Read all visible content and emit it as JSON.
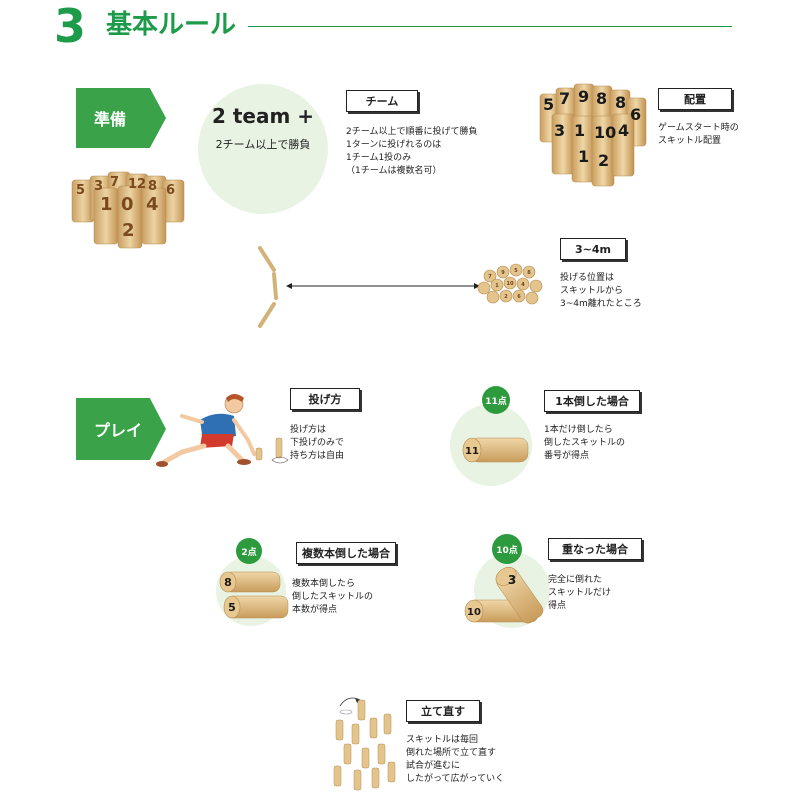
{
  "header": {
    "number": "3",
    "title": "基本ルール"
  },
  "prep": {
    "tag": "準備",
    "team_big": "2 team +",
    "team_sub": "2チーム以上で勝負",
    "team_label": "チーム",
    "team_text": "2チーム以上で順番に投げて勝負\n1ターンに投げれるのは\n1チーム1投のみ\n（1チームは複数名可）",
    "layout_label": "配置",
    "layout_text": "ゲームスタート時の\nスキットル配置",
    "distance_label": "3~4m",
    "distance_text": "投げる位置は\nスキットルから\n3~4m離れたところ"
  },
  "play": {
    "tag": "プレイ",
    "throw_label": "投げ方",
    "throw_text": "投げ方は\n下投げのみで\n持ち方は自由",
    "one_badge": "11点",
    "one_label": "1本倒した場合",
    "one_text": "1本だけ倒したら\n倒したスキットルの\n番号が得点",
    "multi_badge": "2点",
    "multi_label": "複数本倒した場合",
    "multi_text": "複数本倒したら\n倒したスキットルの\n本数が得点",
    "overlap_badge": "10点",
    "overlap_label": "重なった場合",
    "overlap_text": "完全に倒れた\nスキットルだけ\n得点",
    "reset_label": "立て直す",
    "reset_text": "スキットルは毎回\n倒れた場所で立て直す\n試合が進むに\nしたがって広がっていく"
  },
  "pin_numbers": {
    "formation": [
      "7",
      "9",
      "5",
      "1",
      "2",
      "8",
      "3",
      "10",
      "4",
      "6",
      "11",
      "12"
    ],
    "one_pin": "11",
    "multi_pins": [
      "8",
      "5"
    ],
    "overlap_pins": [
      "3",
      "10"
    ]
  },
  "colors": {
    "green": "#1d9a4a",
    "tag_green": "#3aa34a",
    "wood": "#e3c48c",
    "wood_dark": "#c9a064",
    "pale": "#e9f3e3"
  }
}
